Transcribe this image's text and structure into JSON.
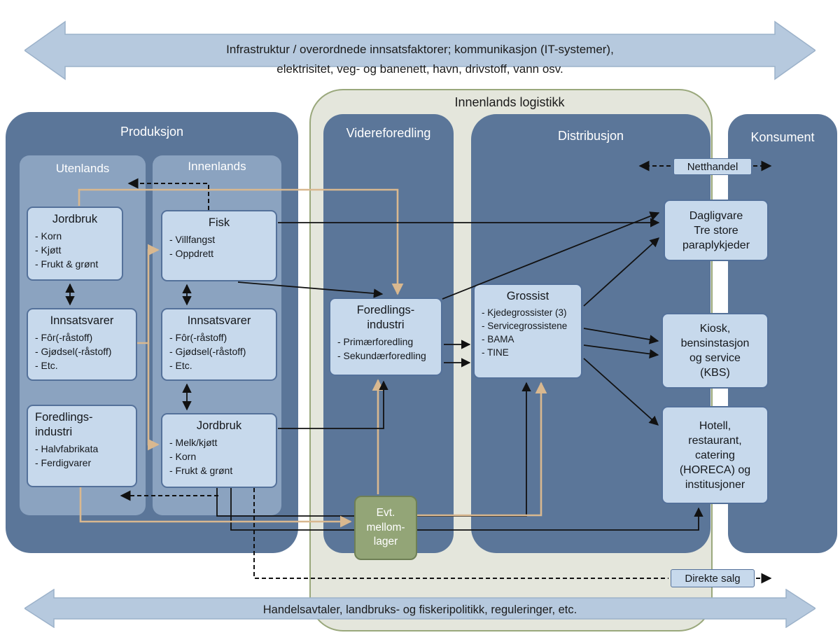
{
  "banners": {
    "top": {
      "line1": "Infrastruktur / overordnede innsatsfaktorer; kommunikasjon (IT-systemer),",
      "line2": "elektrisitet, veg- og banenett, havn, drivstoff, vann osv."
    },
    "bottom": {
      "text": "Handelsavtaler, landbruks- og fiskeripolitikk, reguleringer, etc."
    }
  },
  "logistikk": {
    "title": "Innenlands logistikk"
  },
  "produksjon": {
    "title": "Produksjon",
    "utenlands": {
      "title": "Utenlands",
      "jordbruk": {
        "title": "Jordbruk",
        "items": [
          "- Korn",
          "- Kjøtt",
          "- Frukt & grønt"
        ]
      },
      "innsatsvarer": {
        "title": "Innsatsvarer",
        "items": [
          "- Fôr(-råstoff)",
          "- Gjødsel(-råstoff)",
          "- Etc."
        ]
      },
      "foredling": {
        "title_line1": "Foredlings-",
        "title_line2": "industri",
        "items": [
          "- Halvfabrikata",
          "- Ferdigvarer"
        ]
      }
    },
    "innenlands": {
      "title": "Innenlands",
      "fisk": {
        "title": "Fisk",
        "items": [
          "- Villfangst",
          "- Oppdrett"
        ]
      },
      "innsatsvarer": {
        "title": "Innsatsvarer",
        "items": [
          "- Fôr(-råstoff)",
          "- Gjødsel(-råstoff)",
          "- Etc."
        ]
      },
      "jordbruk": {
        "title": "Jordbruk",
        "items": [
          "- Melk/kjøtt",
          "- Korn",
          "- Frukt & grønt"
        ]
      }
    }
  },
  "videreforedling": {
    "title": "Videreforedling",
    "foredlingsindustri": {
      "title_line1": "Foredlings-",
      "title_line2": "industri",
      "items": [
        "- Primærforedling",
        "- Sekundærforedling"
      ]
    }
  },
  "distribusjon": {
    "title": "Distribusjon",
    "grossist": {
      "title": "Grossist",
      "items": [
        "- Kjedegrossister (3)",
        "- Servicegrossistene",
        "- BAMA",
        "- TINE"
      ]
    },
    "netthandel_label": "Netthandel"
  },
  "konsument": {
    "title": "Konsument",
    "dagligvare": {
      "lines": [
        "Dagligvare",
        "Tre store",
        "paraplykjeder"
      ]
    },
    "kbs": {
      "lines": [
        "Kiosk,",
        "bensinstasjon",
        "og service",
        "(KBS)"
      ]
    },
    "horeca": {
      "lines": [
        "Hotell,",
        "restaurant,",
        "catering",
        "(HORECA) og",
        "institusjoner"
      ]
    }
  },
  "mellomlager": {
    "lines": [
      "Evt.",
      "mellom-",
      "lager"
    ]
  },
  "direkte_salg_label": "Direkte salg",
  "colors": {
    "container_blue": "#5b7699",
    "column_blue": "#8ba3c0",
    "box_fill": "#c7d9ec",
    "box_border": "#54719a",
    "green_fill": "#e4e6dc",
    "green_border": "#9aa87c",
    "olive_fill": "#93a577",
    "banner_fill": "#b6c9de",
    "tan_arrow": "#d9b88f",
    "black_arrow": "#111111"
  }
}
